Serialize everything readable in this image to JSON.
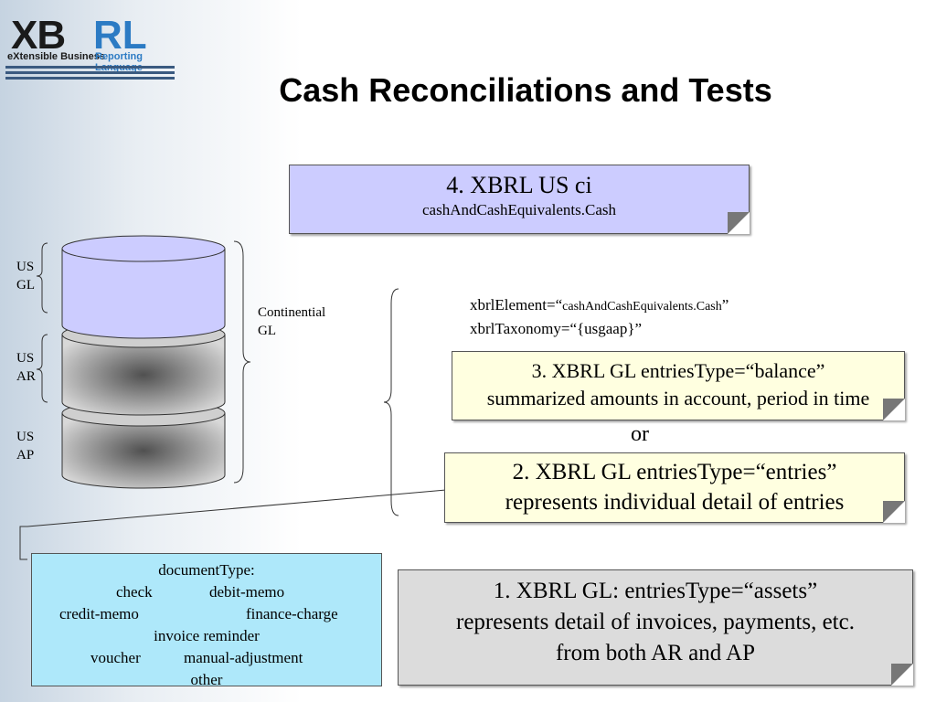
{
  "title": "Cash Reconciliations and Tests",
  "logo": {
    "word_left": "XB",
    "word_right": "RL",
    "tagline_left": "eXtensible Business",
    "tagline_right": "Reporting Language"
  },
  "cylinder_labels": {
    "us_gl": [
      "US",
      "GL"
    ],
    "us_ar": [
      "US",
      "AR"
    ],
    "us_ap": [
      "US",
      "AP"
    ],
    "continential_gl": [
      "Continential",
      "GL"
    ]
  },
  "box4": {
    "line1": "4. XBRL US ci",
    "line2": "cashAndCashEquivalents.Cash",
    "color": "#ccccff"
  },
  "mapping": {
    "line1_prefix": "xbrlElement=“",
    "line1_value": "cashAndCashEquivalents.Cash",
    "line1_suffix": "”",
    "line2": "xbrlTaxonomy=“{usgaap}”"
  },
  "box3": {
    "line1": "3. XBRL GL entriesType=“balance”",
    "line2": "summarized amounts in account, period in time",
    "color": "#ffffe0"
  },
  "or_label": "or",
  "box2": {
    "line1": "2. XBRL GL entriesType=“entries”",
    "line2": "represents individual detail of entries",
    "color": "#ffffe0"
  },
  "box1": {
    "line1": "1. XBRL GL: entriesType=“assets”",
    "line2": "represents detail of invoices, payments, etc.",
    "line3": "from both AR and AP",
    "color": "#dcdcdc"
  },
  "doc_box": {
    "heading": "documentType:",
    "check": "check",
    "debit_memo": "debit-memo",
    "credit_memo": "credit-memo",
    "finance_charge": "finance-charge",
    "invoice_reminder": "invoice reminder",
    "voucher": "voucher",
    "manual_adjustment": "manual-adjustment",
    "other": "other",
    "color": "#aee8fa"
  }
}
